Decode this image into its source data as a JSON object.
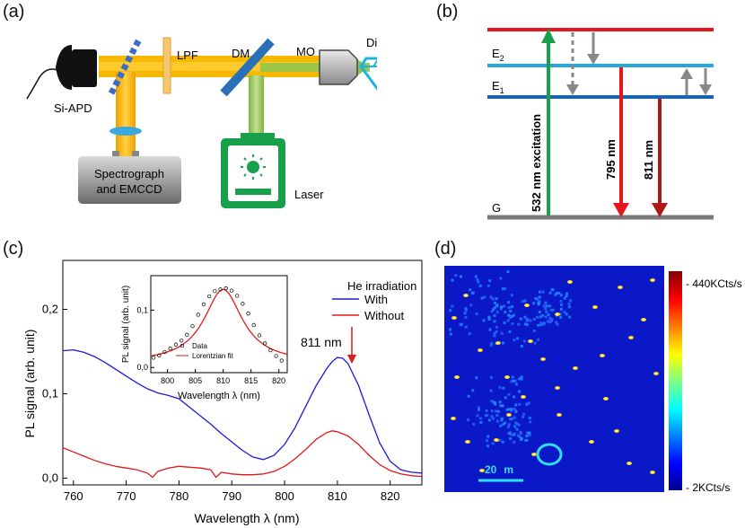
{
  "panels": {
    "a": {
      "label": "(a)",
      "labels": {
        "lpf": "LPF",
        "dm": "DM",
        "mo": "MO",
        "diamond": "Diamond",
        "apd": "Si-APD",
        "spectrograph_line1": "Spectrograph",
        "spectrograph_line2": "and EMCCD",
        "laser": "Laser"
      }
    },
    "b": {
      "label": "(b)",
      "levels": {
        "e2": "E",
        "e2_sub": "2",
        "e1": "E",
        "e1_sub": "1",
        "g": "G"
      },
      "transitions": {
        "excitation": "532 nm excitation",
        "t795": "795 nm",
        "t811": "811 nm"
      }
    },
    "c": {
      "label": "(c)",
      "annotation": "811 nm"
    },
    "d": {
      "label": "(d)",
      "scalebar": "20",
      "scalebar_unit": "m",
      "colorbar_max": "- 440KCts/s",
      "colorbar_min": "- 2KCts/s"
    }
  },
  "colors": {
    "red_level": "#e8141c",
    "blue_level": "#24a8e0",
    "dark_blue_level": "#1864b0",
    "ground": "#7a7a7a",
    "green": "#18a04a",
    "dark_red": "#b01818",
    "beam_orange": "#f4b400",
    "series_with": "#1a1adc",
    "series_without": "#e01a1a"
  },
  "chart_data": [
    {
      "type": "line",
      "xlabel": "Wavelength λ (nm)",
      "ylabel": "PL signal (arb. unit)",
      "xlim": [
        758,
        826
      ],
      "ylim": [
        -0.008,
        0.258
      ],
      "xticks": [
        760,
        770,
        780,
        790,
        800,
        810,
        820
      ],
      "yticks": [
        0.0,
        0.1,
        0.2
      ],
      "ytick_labels": [
        "0,0",
        "0,1",
        "0,2"
      ],
      "legend_title": "He irradiation",
      "legend_position": "top-right",
      "series": [
        {
          "name": "With",
          "color": "#1a1adc",
          "x": [
            758,
            760,
            762,
            764,
            766,
            768,
            770,
            772,
            774,
            776,
            778,
            780,
            782,
            784,
            786,
            788,
            790,
            792,
            794,
            796,
            798,
            800,
            802,
            804,
            806,
            808,
            809,
            810,
            811,
            812,
            814,
            816,
            818,
            820,
            822,
            824,
            826
          ],
          "y": [
            0.151,
            0.152,
            0.149,
            0.144,
            0.137,
            0.129,
            0.121,
            0.113,
            0.106,
            0.101,
            0.098,
            0.094,
            0.084,
            0.074,
            0.064,
            0.053,
            0.043,
            0.033,
            0.025,
            0.022,
            0.027,
            0.04,
            0.06,
            0.085,
            0.11,
            0.13,
            0.138,
            0.143,
            0.142,
            0.136,
            0.11,
            0.075,
            0.042,
            0.02,
            0.01,
            0.007,
            0.006
          ]
        },
        {
          "name": "Without",
          "color": "#e01a1a",
          "x": [
            758,
            760,
            762,
            764,
            766,
            768,
            770,
            772,
            774,
            775,
            776,
            778,
            780,
            782,
            784,
            786,
            787,
            788,
            790,
            792,
            794,
            796,
            798,
            800,
            802,
            804,
            806,
            808,
            809,
            810,
            812,
            814,
            816,
            818,
            820,
            822,
            824,
            826
          ],
          "y": [
            0.036,
            0.031,
            0.026,
            0.021,
            0.017,
            0.014,
            0.012,
            0.01,
            0.006,
            0.001,
            0.008,
            0.012,
            0.014,
            0.013,
            0.012,
            0.01,
            0.001,
            0.007,
            0.005,
            0.004,
            0.004,
            0.005,
            0.008,
            0.014,
            0.023,
            0.034,
            0.046,
            0.054,
            0.056,
            0.055,
            0.05,
            0.04,
            0.027,
            0.016,
            0.009,
            0.005,
            0.003,
            0.002
          ]
        }
      ]
    },
    {
      "type": "scatter",
      "title": "",
      "xlabel": "Wavelength λ (nm)",
      "ylabel": "PL signal (arb. unit)",
      "xlim": [
        797,
        821.5
      ],
      "ylim": [
        -0.009,
        0.16
      ],
      "xticks": [
        800,
        805,
        810,
        815,
        820
      ],
      "yticks": [
        0.0,
        0.1
      ],
      "ytick_labels": [
        "0,0",
        "0,1"
      ],
      "legend_position": "bottom-center",
      "series": [
        {
          "name": "Data",
          "marker": "circle-open",
          "x": [
            797.5,
            798.5,
            799.5,
            800.5,
            801.5,
            802.5,
            803.5,
            804.5,
            805.5,
            806.5,
            807.5,
            808.5,
            809.5,
            810.5,
            811.5,
            812.5,
            813.5,
            814.5,
            815.5,
            816.5,
            817.5,
            818.5,
            819.5,
            820.5
          ],
          "y": [
            0.017,
            0.021,
            0.027,
            0.033,
            0.04,
            0.047,
            0.057,
            0.072,
            0.092,
            0.11,
            0.124,
            0.133,
            0.136,
            0.138,
            0.134,
            0.125,
            0.111,
            0.094,
            0.074,
            0.056,
            0.042,
            0.03,
            0.02,
            0.012
          ]
        },
        {
          "name": "Lorentzian fit",
          "color": "#e01a1a",
          "fit": {
            "x0": 810.0,
            "gamma": 4.2,
            "amplitude": 0.128,
            "offset": 0.008
          }
        }
      ]
    }
  ]
}
